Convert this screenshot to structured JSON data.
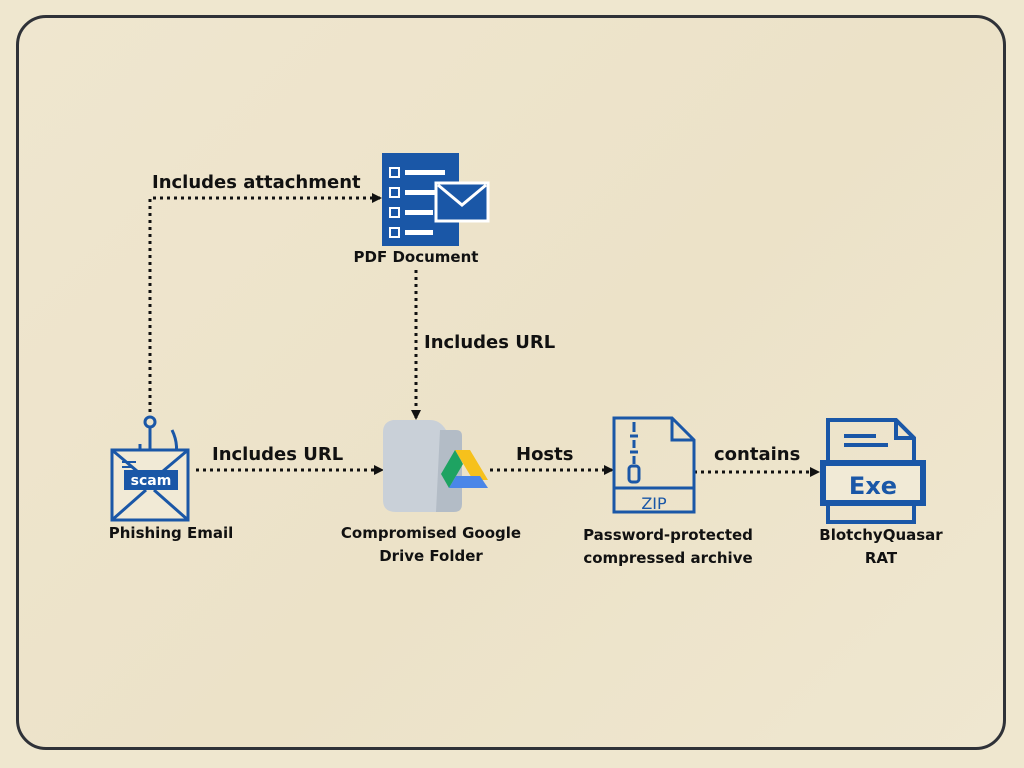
{
  "colors": {
    "background": "#efe7cf",
    "frame_border": "#2f3238",
    "icon_blue": "#1a57a7",
    "text": "#111111",
    "folder_gray": "#c9d0d8"
  },
  "nodes": {
    "phishing_email": {
      "label": "Phishing  Email",
      "icon": "scam-email-icon",
      "icon_text": "scam"
    },
    "pdf_document": {
      "label": "PDF Document",
      "icon": "pdf-document-icon"
    },
    "drive_folder": {
      "label_line1": "Compromised Google",
      "label_line2": "Drive Folder",
      "icon": "google-drive-folder-icon"
    },
    "archive": {
      "label_line1": "Password-protected",
      "label_line2": "compressed archive",
      "icon": "zip-file-icon",
      "icon_text": "ZIP"
    },
    "rat": {
      "label_line1": "BlotchyQuasar",
      "label_line2": "RAT",
      "icon": "exe-file-icon",
      "icon_text": "Exe"
    }
  },
  "edges": {
    "email_to_pdf": "Includes attachment",
    "pdf_to_drive": "Includes URL",
    "email_to_drive": "Includes URL",
    "drive_to_archive": "Hosts",
    "archive_to_rat": "contains"
  }
}
